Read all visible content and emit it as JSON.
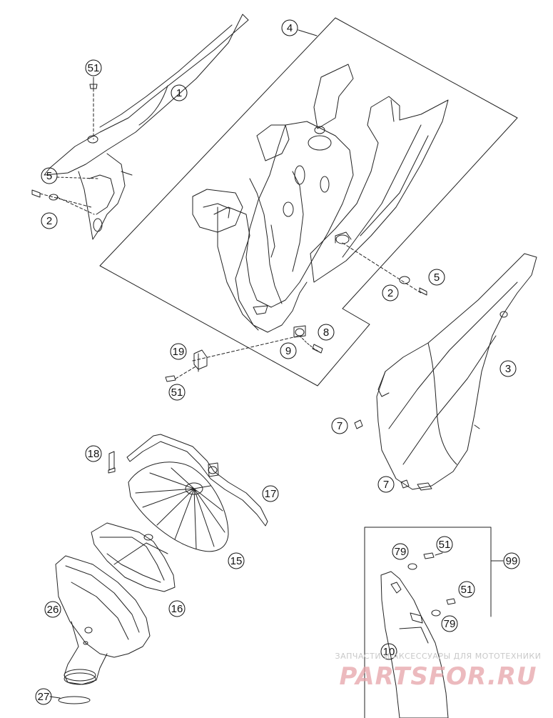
{
  "callouts": {
    "c51a": "51",
    "c1": "1",
    "c4": "4",
    "c5a": "5",
    "c2a": "2",
    "c5b": "5",
    "c2b": "2",
    "c8": "8",
    "c9": "9",
    "c19": "19",
    "c51b": "51",
    "c3": "3",
    "c7a": "7",
    "c7b": "7",
    "c18": "18",
    "c17": "17",
    "c15": "15",
    "c16": "16",
    "c26": "26",
    "c27": "27",
    "c79a": "79",
    "c51c": "51",
    "c99": "99",
    "c51d": "51",
    "c79b": "79",
    "c10": "10"
  },
  "watermark": {
    "tagline": "ЗАПЧАСТИ И АКСЕССУАРЫ ДЛЯ МОТОТЕХНИКИ",
    "logo": "PARTSFOR.RU"
  }
}
